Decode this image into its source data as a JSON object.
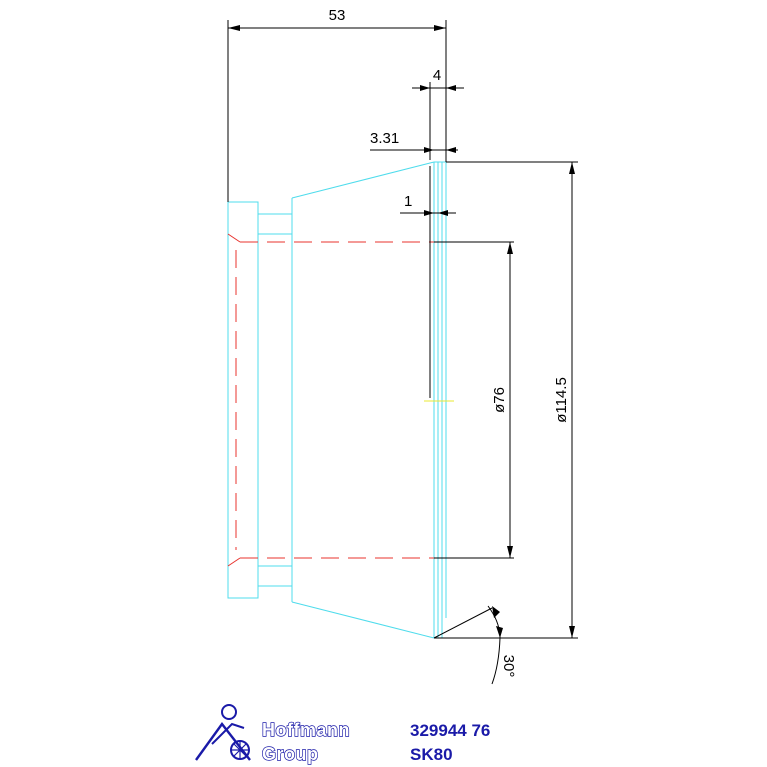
{
  "dimensions": {
    "overall_length": "53",
    "thickness": "4",
    "offset": "3.31",
    "step": "1",
    "inner_diameter": "ø76",
    "outer_diameter": "ø114.5",
    "angle": "30°"
  },
  "title_block": {
    "brand_line1": "Hoffmann",
    "brand_line2": "Group",
    "part_number": "329944 76",
    "part_code": "SK80"
  },
  "colors": {
    "outline": "#4fdcec",
    "hidden": "#e8332e",
    "dimension": "#000000",
    "brand": "#1a1aa8",
    "centerline": "#e8e832"
  },
  "icons": {
    "logo": "hoffmann-logo-icon"
  }
}
